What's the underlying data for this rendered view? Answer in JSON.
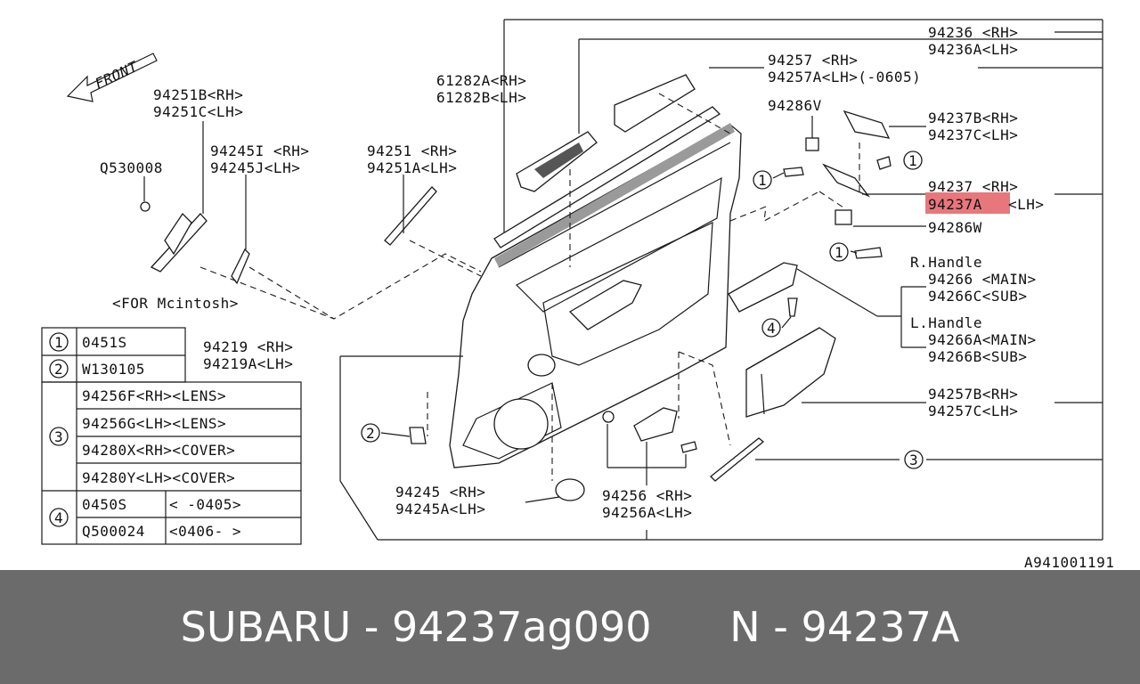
{
  "diagram": {
    "front_label": "FRONT",
    "for_note": "<FOR Mcintosh>",
    "highlight_color": "#e8777c",
    "catalog_id": "A941001191",
    "labels": {
      "p94236": "94236  <RH>",
      "p94236A": "94236A<LH>",
      "p94257": "94257  <RH>",
      "p94257A": "94257A<LH>(-0605)",
      "p61282A": "61282A<RH>",
      "p61282B": "61282B<LH>",
      "p94251B": "94251B<RH>",
      "p94251C": "94251C<LH>",
      "p94286V": "94286V",
      "p94237B": "94237B<RH>",
      "p94237C": "94237C<LH>",
      "pQ530008": "Q530008",
      "p94245I": "94245I <RH>",
      "p94245J": "94245J<LH>",
      "p94251": "94251  <RH>",
      "p94251A": "94251A<LH>",
      "p94237": "94237  <RH>",
      "p94237A_code": "94237A",
      "p94237A_side": "<LH>",
      "p94286W": "94286W",
      "r_handle": "R.Handle",
      "p94266": "94266  <MAIN>",
      "p94266C": "94266C<SUB>",
      "l_handle": "L.Handle",
      "p94266A": "94266A<MAIN>",
      "p94266B": "94266B<SUB>",
      "p94219": "94219  <RH>",
      "p94219A": "94219A<LH>",
      "p94257B": "94257B<RH>",
      "p94257C": "94257C<LH>",
      "p94245": "94245  <RH>",
      "p94245A": "94245A<LH>",
      "p94256": "94256  <RH>",
      "p94256A": "94256A<LH>"
    },
    "callouts": {
      "c1": "1",
      "c2": "2",
      "c3": "3",
      "c4": "4"
    },
    "legend": {
      "rows": [
        {
          "num": "1",
          "items": [
            [
              "0451S",
              ""
            ]
          ]
        },
        {
          "num": "2",
          "items": [
            [
              "W130105",
              ""
            ]
          ]
        },
        {
          "num": "3",
          "items": [
            [
              "94256F<RH><LENS>",
              ""
            ],
            [
              "94256G<LH><LENS>",
              ""
            ],
            [
              "94280X<RH><COVER>",
              ""
            ],
            [
              "94280Y<LH><COVER>",
              ""
            ]
          ]
        },
        {
          "num": "4",
          "items": [
            [
              "0450S",
              "<  -0405>"
            ],
            [
              "Q500024",
              "<0406-  >"
            ]
          ]
        }
      ]
    }
  },
  "footer": {
    "text": "SUBARU - 94237ag090      N - 94237A"
  }
}
